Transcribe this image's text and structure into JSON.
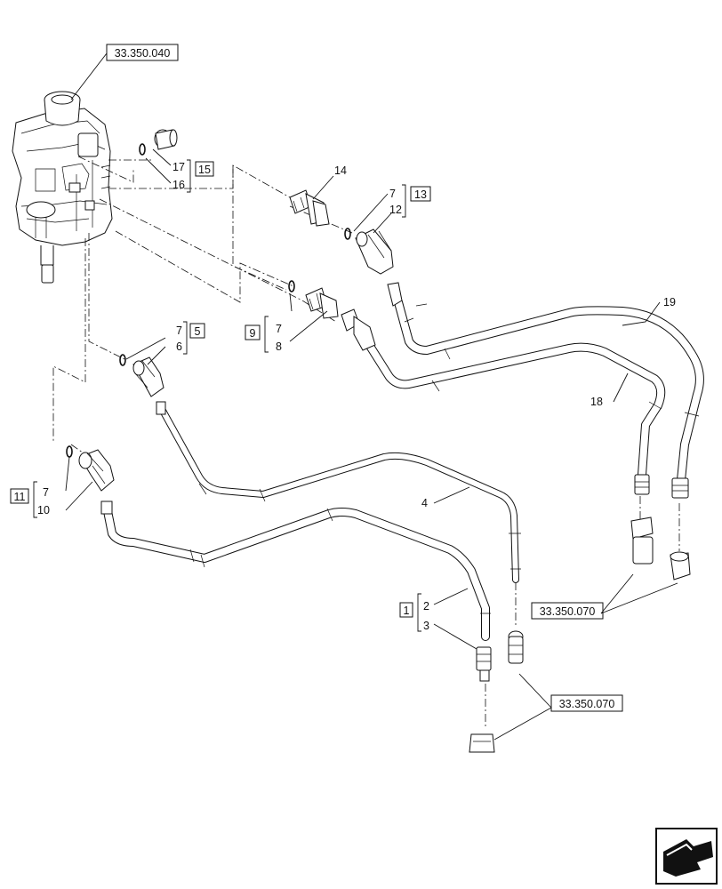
{
  "references": {
    "valve_assembly": "33.350.040",
    "fittings_right": "33.350.070",
    "fittings_bottom": "33.350.070"
  },
  "callouts": {
    "n1": "1",
    "n2": "2",
    "n3": "3",
    "n4": "4",
    "n5": "5",
    "n6": "6",
    "n7a": "7",
    "n7b": "7",
    "n7c": "7",
    "n7d": "7",
    "n8": "8",
    "n9": "9",
    "n10": "10",
    "n11": "11",
    "n12": "12",
    "n13": "13",
    "n14": "14",
    "n15": "15",
    "n16": "16",
    "n17": "17",
    "n18": "18",
    "n19": "19"
  },
  "icons": {
    "corner": "navigation-arrow-icon"
  }
}
